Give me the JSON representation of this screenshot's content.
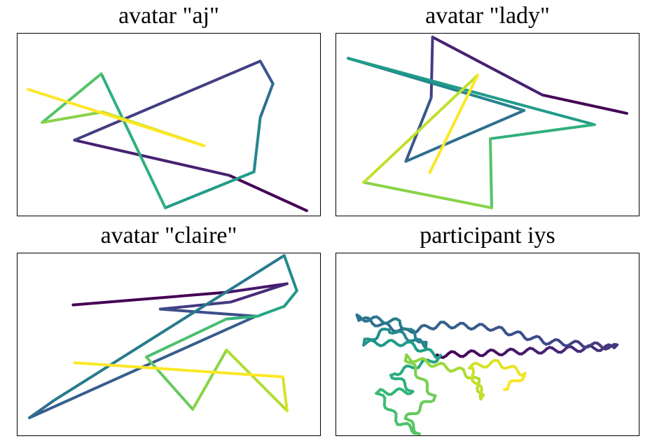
{
  "chart_data": [
    {
      "type": "line",
      "title": "avatar \"aj\"",
      "xlim": [
        0,
        432
      ],
      "ylim": [
        0,
        260
      ],
      "colormap": "viridis",
      "series": [
        {
          "x": [
            412,
            302,
            82,
            346,
            364,
            346,
            337,
            211,
            120,
            36,
            122,
            266,
            16
          ],
          "y": [
            8,
            58,
            108,
            220,
            188,
            140,
            63,
            12,
            202,
            133,
            148,
            100,
            180
          ]
        }
      ]
    },
    {
      "type": "line",
      "title": "avatar \"lady\"",
      "xlim": [
        0,
        432
      ],
      "ylim": [
        0,
        260
      ],
      "colormap": "viridis",
      "series": [
        {
          "x": [
            414,
            294,
            138,
            136,
            100,
            268,
            18,
            368,
            220,
            222,
            40,
            202,
            134
          ],
          "y": [
            146,
            172,
            254,
            168,
            78,
            150,
            224,
            130,
            110,
            12,
            48,
            200,
            62
          ]
        }
      ]
    },
    {
      "type": "line",
      "title": "avatar \"claire\"",
      "xlim": [
        0,
        432
      ],
      "ylim": [
        0,
        260
      ],
      "colormap": "viridis",
      "series": [
        {
          "x": [
            80,
            300,
            384,
            304,
            204,
            340,
            18,
            52,
            380,
            398,
            380,
            342,
            298,
            184,
            250,
            298,
            384,
            378,
            82
          ],
          "y": [
            186,
            204,
            216,
            190,
            180,
            170,
            26,
            50,
            256,
            206,
            184,
            170,
            166,
            112,
            38,
            122,
            36,
            84,
            104
          ]
        }
      ]
    },
    {
      "type": "line",
      "title": "participant iys",
      "xlim": [
        0,
        432
      ],
      "ylim": [
        0,
        260
      ],
      "colormap": "viridis",
      "series": [
        {
          "x": [
            145,
            400,
            300,
            220,
            150,
            100,
            30,
            90,
            130,
            75,
            40,
            100,
            130,
            150,
            80,
            110,
            60,
            90,
            120,
            100,
            140,
            100,
            180,
            200,
            210,
            190,
            230,
            270,
            240
          ],
          "y": [
            115,
            126,
            134,
            154,
            158,
            148,
            168,
            162,
            128,
            152,
            132,
            132,
            120,
            112,
            88,
            64,
            62,
            20,
            4,
            24,
            56,
            112,
            92,
            80,
            54,
            98,
            104,
            88,
            66
          ]
        }
      ]
    }
  ],
  "panels": [
    {
      "title": "avatar \"aj\""
    },
    {
      "title": "avatar \"lady\""
    },
    {
      "title": "avatar \"claire\""
    },
    {
      "title": "participant iys"
    }
  ]
}
